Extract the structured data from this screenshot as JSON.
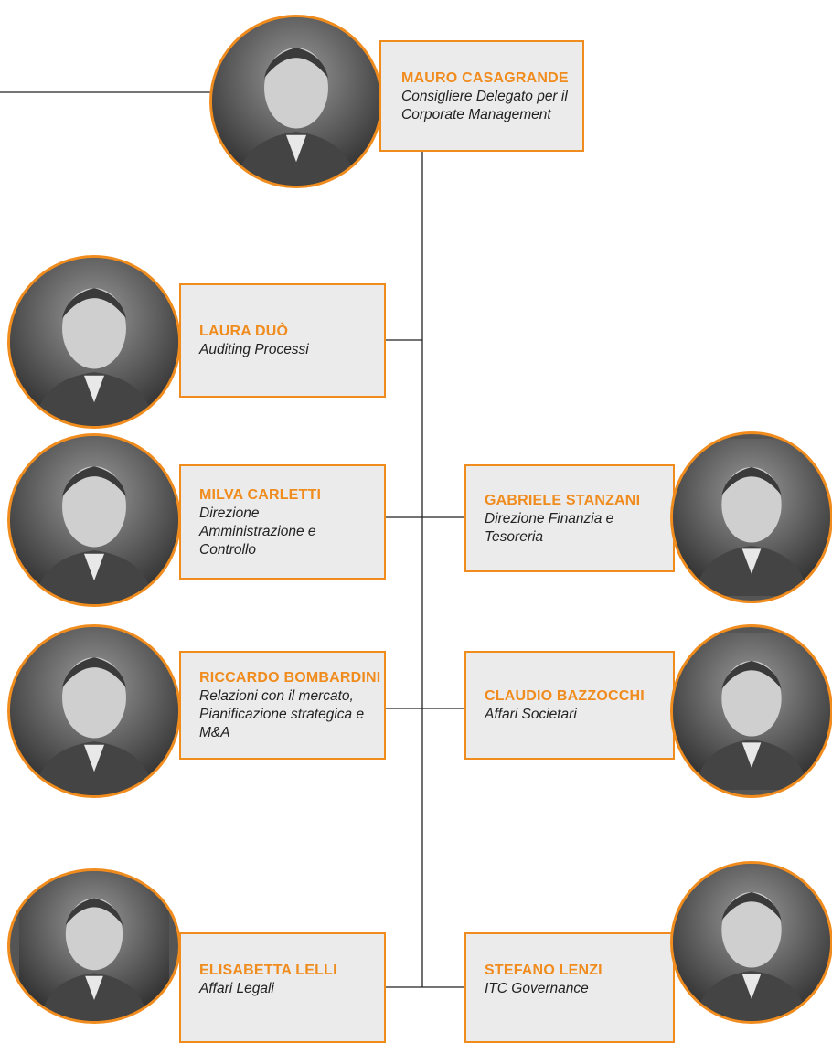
{
  "colors": {
    "accent": "#f08c1e",
    "box_fill": "#ebebeb",
    "line": "#222222"
  },
  "people": {
    "casagrande": {
      "name": "MAURO CASAGRANDE",
      "role": "Consigliere Delegato per il Corporate Management",
      "icon": "portrait-photo"
    },
    "duo": {
      "name": "LAURA DUÒ",
      "role": "Auditing Processi",
      "icon": "portrait-photo"
    },
    "carletti": {
      "name": "MILVA CARLETTI",
      "role": "Direzione Amministrazione e Controllo",
      "icon": "portrait-photo"
    },
    "stanzani": {
      "name": "GABRIELE STANZANI",
      "role": "Direzione Finanzia e Tesoreria",
      "icon": "portrait-photo"
    },
    "bombardini": {
      "name": "RICCARDO BOMBARDINI",
      "role": "Relazioni con il mercato, Pianificazione strategica e M&A",
      "icon": "portrait-photo"
    },
    "bazzocchi": {
      "name": "CLAUDIO BAZZOCCHI",
      "role": "Affari Societari",
      "icon": "portrait-photo"
    },
    "lelli": {
      "name": "ELISABETTA LELLI",
      "role": "Affari Legali",
      "icon": "portrait-photo"
    },
    "lenzi": {
      "name": "STEFANO LENZI",
      "role": "ITC Governance",
      "icon": "portrait-photo"
    }
  }
}
